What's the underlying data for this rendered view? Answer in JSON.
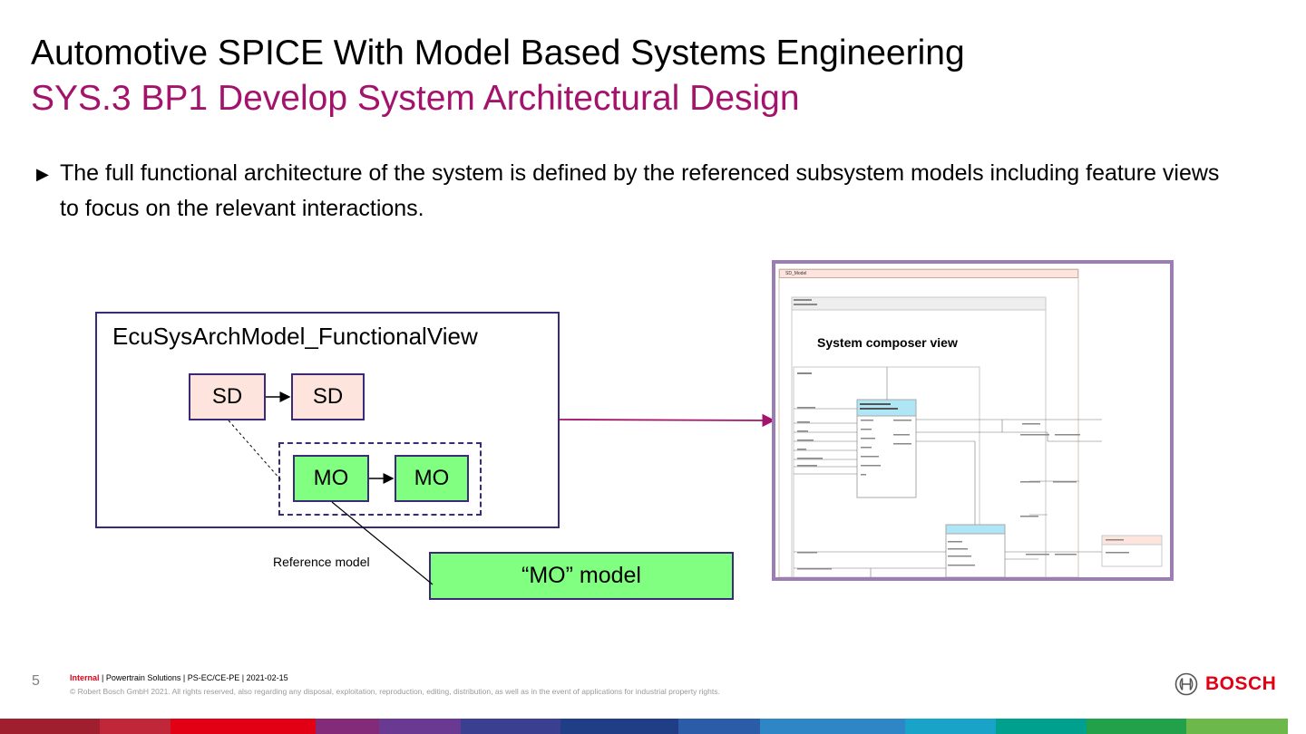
{
  "header": {
    "title": "Automotive SPICE With Model Based Systems Engineering",
    "subtitle": "SYS.3 BP1 Develop System Architectural Design"
  },
  "body": {
    "bullet_symbol": "▶",
    "bullet_text": "The full functional architecture of the system is defined by the referenced subsystem  models including feature views to focus on the relevant interactions."
  },
  "diagram": {
    "functional_view_label": "EcuSysArchModel_FunctionalView",
    "sd_left": "SD",
    "sd_right": "SD",
    "mo_left": "MO",
    "mo_right": "MO",
    "reference_label": "Reference model",
    "model_box_label": "“MO” model"
  },
  "screenshot": {
    "header_text": "SD_Model",
    "inner_title": "MO_Intf\nMO_MI_Package",
    "composer_label": "System composer view",
    "block_colors": {
      "blue_block": "#aee6f5",
      "pink_block": "#fde4dc"
    }
  },
  "footer": {
    "page_number": "5",
    "classification": "Internal",
    "info": " | Powertrain Solutions | PS-EC/CE-PE | 2021-02-15",
    "copyright": "© Robert Bosch GmbH 2021. All rights reserved, also regarding any disposal, exploitation, reproduction, editing, distribution, as well as in the event of applications for industrial property rights.",
    "logo_text": "BOSCH",
    "logo_icon": "bosch-armature-icon"
  },
  "colors": {
    "accent": "#a3136c",
    "diagram_border": "#3b2a7a",
    "mo_fill": "#80ff80",
    "sd_fill": "#fde4dc",
    "frame_border": "#9b7fb4",
    "bosch_red": "#e20015"
  }
}
